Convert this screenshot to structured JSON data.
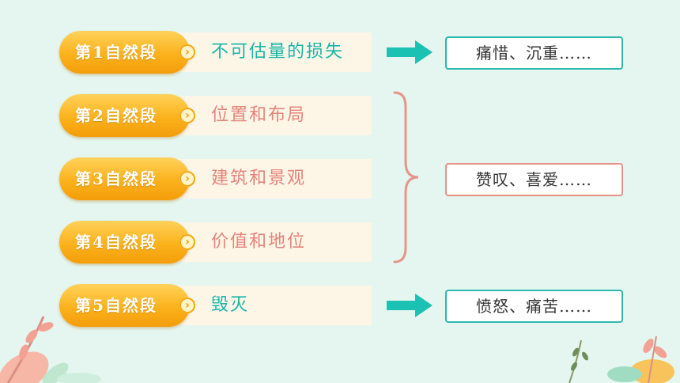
{
  "rows": [
    {
      "label": "第1自然段",
      "desc": "不可估量的损失"
    },
    {
      "label": "第2自然段",
      "desc": "位置和布局"
    },
    {
      "label": "第3自然段",
      "desc": "建筑和景观"
    },
    {
      "label": "第4自然段",
      "desc": "价值和地位"
    },
    {
      "label": "第5自然段",
      "desc": "毁灭"
    }
  ],
  "emotions": {
    "top": "痛惜、沉重……",
    "middle": "赞叹、喜爱……",
    "bottom": "愤怒、痛苦……"
  },
  "colors": {
    "background": "#e4f6ef",
    "pill": "#fbb21c",
    "teal": "#17b5a8",
    "pink": "#e5847a",
    "bar": "#fdf6e7"
  }
}
